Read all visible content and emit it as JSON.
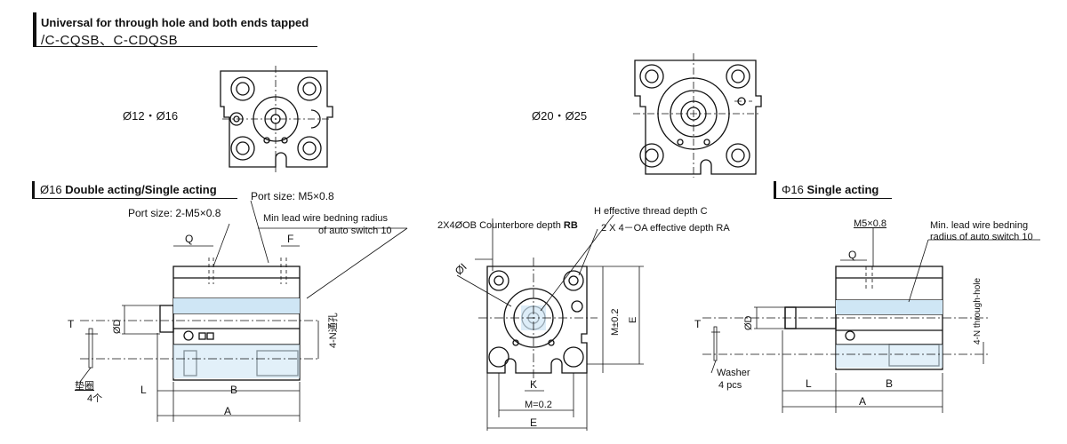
{
  "header": {
    "line1": "Universal for through hole and both ends tapped",
    "line2": "/C-CQSB、C-CDQSB"
  },
  "views": {
    "small_bore_label": "Ø12・Ø16",
    "large_bore_label": "Ø20・Ø25"
  },
  "sections": {
    "left_prefix": "Ø16",
    "left_title": "Double acting/Single acting",
    "right_prefix": "Φ16",
    "right_title": "Single acting"
  },
  "left_drawing": {
    "port_size_top": "Port size: M5×0.8",
    "port_size_left": "Port size: 2-M5×0.8",
    "lead_wire": "Min lead wire bedning radius",
    "lead_wire2": "of auto switch 10",
    "dim_Q": "Q",
    "dim_F": "F",
    "dim_D": "ØD",
    "dim_T": "T",
    "dim_L": "L",
    "dim_B": "B",
    "dim_A": "A",
    "through_hole": "4-N通孔",
    "washer": "垫圈",
    "washer_count": "4个"
  },
  "middle_drawing": {
    "counterbore": "2X4ØOB Counterbore depth",
    "counterbore_bold": "RB",
    "h_thread": "H effective thread depth C",
    "oa_thread": "2 X 4－OA effective depth RA",
    "dim_I": "ØI",
    "dim_M_vert": "M±0.2",
    "dim_E_vert": "E",
    "dim_K": "K",
    "dim_M": "M=0.2",
    "dim_E": "E"
  },
  "right_drawing": {
    "port": "M5×0.8",
    "lead_wire": "Min. lead wire bedning",
    "lead_wire2": "radius of auto switch 10",
    "dim_Q": "Q",
    "dim_D": "ØD",
    "dim_T": "T",
    "through_hole": "4-N through-hole",
    "washer": "Washer",
    "washer_count": "4  pcs",
    "dim_L": "L",
    "dim_B": "B",
    "dim_A": "A"
  }
}
